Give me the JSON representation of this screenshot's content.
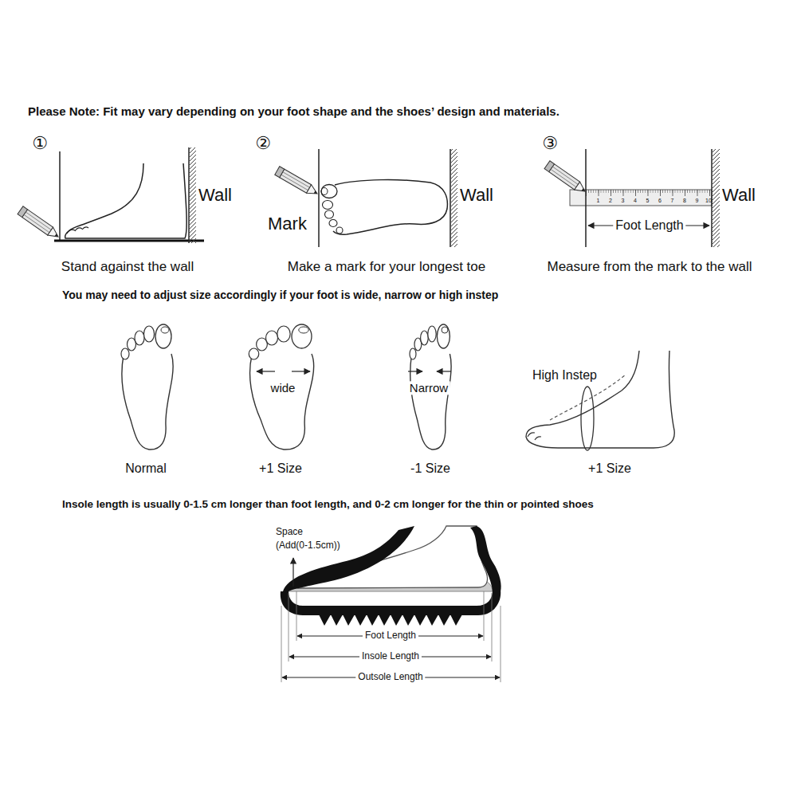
{
  "diagram": {
    "title": "Please Note: Fit may vary depending on your foot shape and the shoes’ design and materials.",
    "labels": [
      "①",
      "Wall",
      "Stand against the wall",
      "②",
      "Mark",
      "Wall",
      "Make a mark for your longest toe",
      "③",
      "Wall",
      "1",
      "2",
      "3",
      "4",
      "5",
      "6",
      "7",
      "8",
      "9",
      "10",
      "Foot Length",
      "Measure from the mark to the wall",
      "You may need to adjust size accordingly if your foot is wide, narrow or high instep",
      "Normal",
      "wide",
      "+1 Size",
      "Narrow",
      "-1 Size",
      "High Instep",
      "+1 Size",
      "Insole length is usually 0-1.5 cm longer than foot length, and 0-2 cm longer for the thin or pointed shoes",
      "Space",
      "(Add(0-1.5cm))",
      "Foot Length",
      "Insole Length",
      "Outsole Length"
    ]
  }
}
